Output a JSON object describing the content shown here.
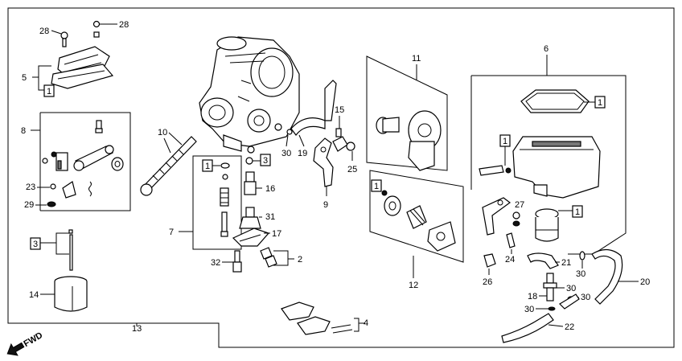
{
  "diagram": {
    "callouts": {
      "c1a": "1",
      "c1b": "1",
      "c1c": "1",
      "c1d": "1",
      "c1e": "1",
      "c1f": "1",
      "c2": "2",
      "c3a": "3",
      "c3b": "3",
      "c4": "4",
      "c5": "5",
      "c6": "6",
      "c7": "7",
      "c8": "8",
      "c9": "9",
      "c10": "10",
      "c11": "11",
      "c12": "12",
      "c13": "13",
      "c14": "14",
      "c15": "15",
      "c16": "16",
      "c17": "17",
      "c18": "18",
      "c19": "19",
      "c20": "20",
      "c21": "21",
      "c22": "22",
      "c23": "23",
      "c24": "24",
      "c25": "25",
      "c26": "26",
      "c27": "27",
      "c28a": "28",
      "c28b": "28",
      "c29": "29",
      "c30a": "30",
      "c30b": "30",
      "c30c": "30",
      "c30d": "30",
      "c30e": "30",
      "c31": "31",
      "c32": "32"
    },
    "fwd": "FWD"
  }
}
